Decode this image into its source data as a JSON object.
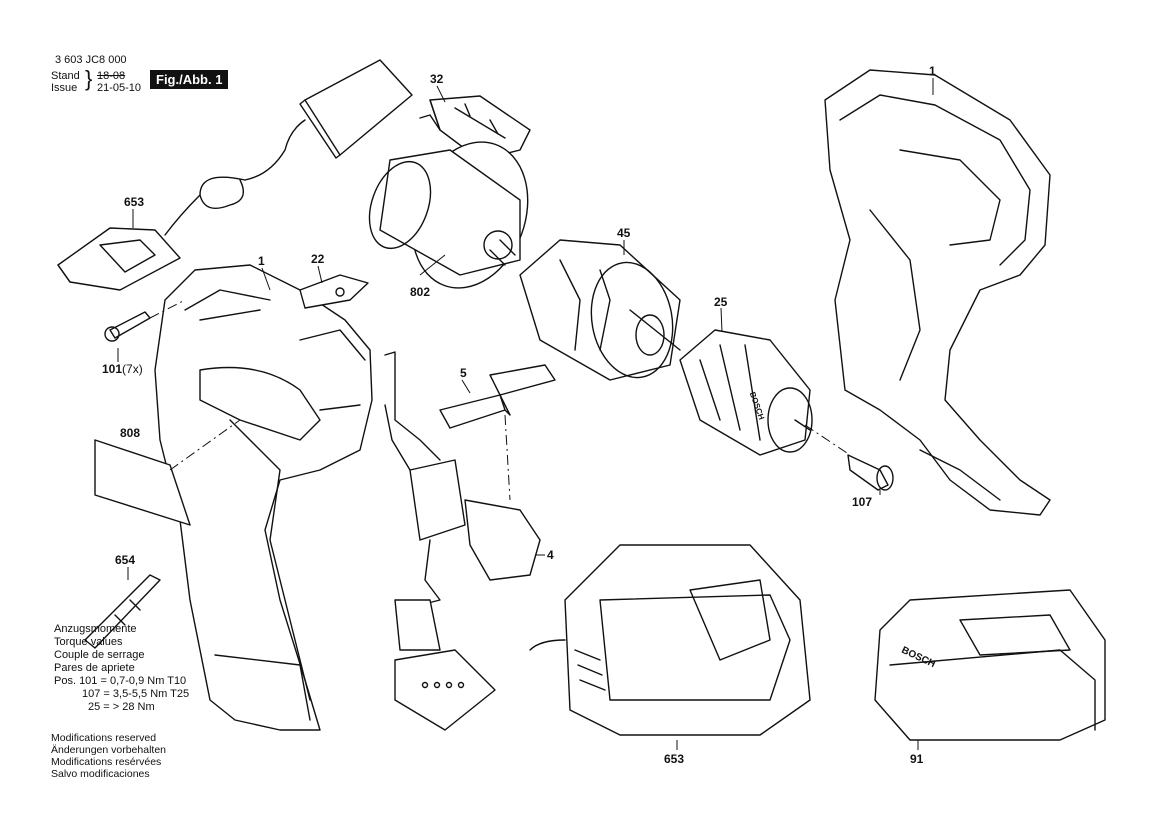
{
  "header": {
    "doc_number": "3 603 JC8 000",
    "stand_label": "Stand",
    "issue_label": "Issue",
    "stand_value": "18-08",
    "issue_value": "21-05-10",
    "figure_tag": "Fig./Abb. 1"
  },
  "callouts": {
    "c1_top": "1",
    "c32": "32",
    "c653_top": "653",
    "c1_mid": "1",
    "c22": "22",
    "c45": "45",
    "c802": "802",
    "c25": "25",
    "c101": "101",
    "c101_qty": "(7x)",
    "c5": "5",
    "c808": "808",
    "c107": "107",
    "c4": "4",
    "c654": "654",
    "c653_bottom": "653",
    "c91": "91"
  },
  "torque": {
    "lines": [
      "Anzugsmomente",
      "Torque values",
      "Couple de serrage",
      "Pares de apriete"
    ],
    "pos101": "Pos. 101 = 0,7-0,9 Nm T10",
    "pos107": "107 = 3,5-5,5 Nm T25",
    "pos25": "25 = > 28 Nm"
  },
  "notes": {
    "lines": [
      "Modifications reserved",
      "Änderungen vorbehalten",
      "Modifications resérvées",
      "Salvo modificaciones"
    ]
  },
  "branding": {
    "battery_logo": "BOSCH",
    "chuck_logo": "BOSCH"
  }
}
